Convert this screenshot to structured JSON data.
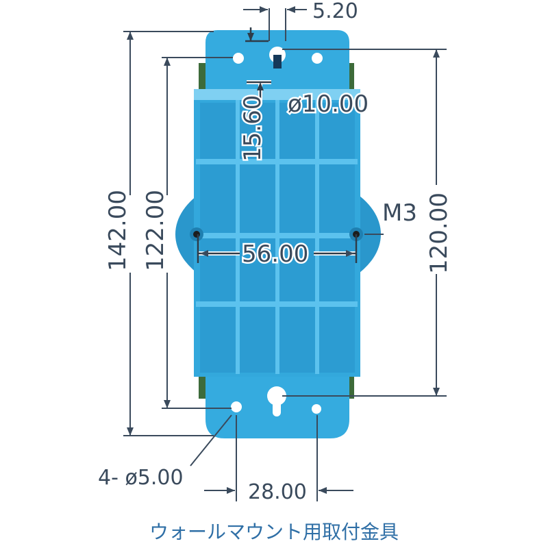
{
  "colors": {
    "plate": "#33a8dc",
    "plate_dark": "#2490c4",
    "plate_light": "#5ec0ea",
    "rib": "#1f86bb",
    "dimension_line": "#3a4a5c",
    "caption": "#2f6fa6"
  },
  "dimensions": {
    "slot_width": "5.20",
    "keyhole_diameter": "ø10.00",
    "slot_offset": "15.60",
    "outer_height": "142.00",
    "inner_height": "122.00",
    "screw_label": "M3",
    "mount_hole_pitch_vertical": "120.00",
    "screw_spacing": "56.00",
    "hole_callout": "4- ø5.00",
    "bottom_hole_spacing": "28.00"
  },
  "caption": "ウォールマウント用取付金具"
}
